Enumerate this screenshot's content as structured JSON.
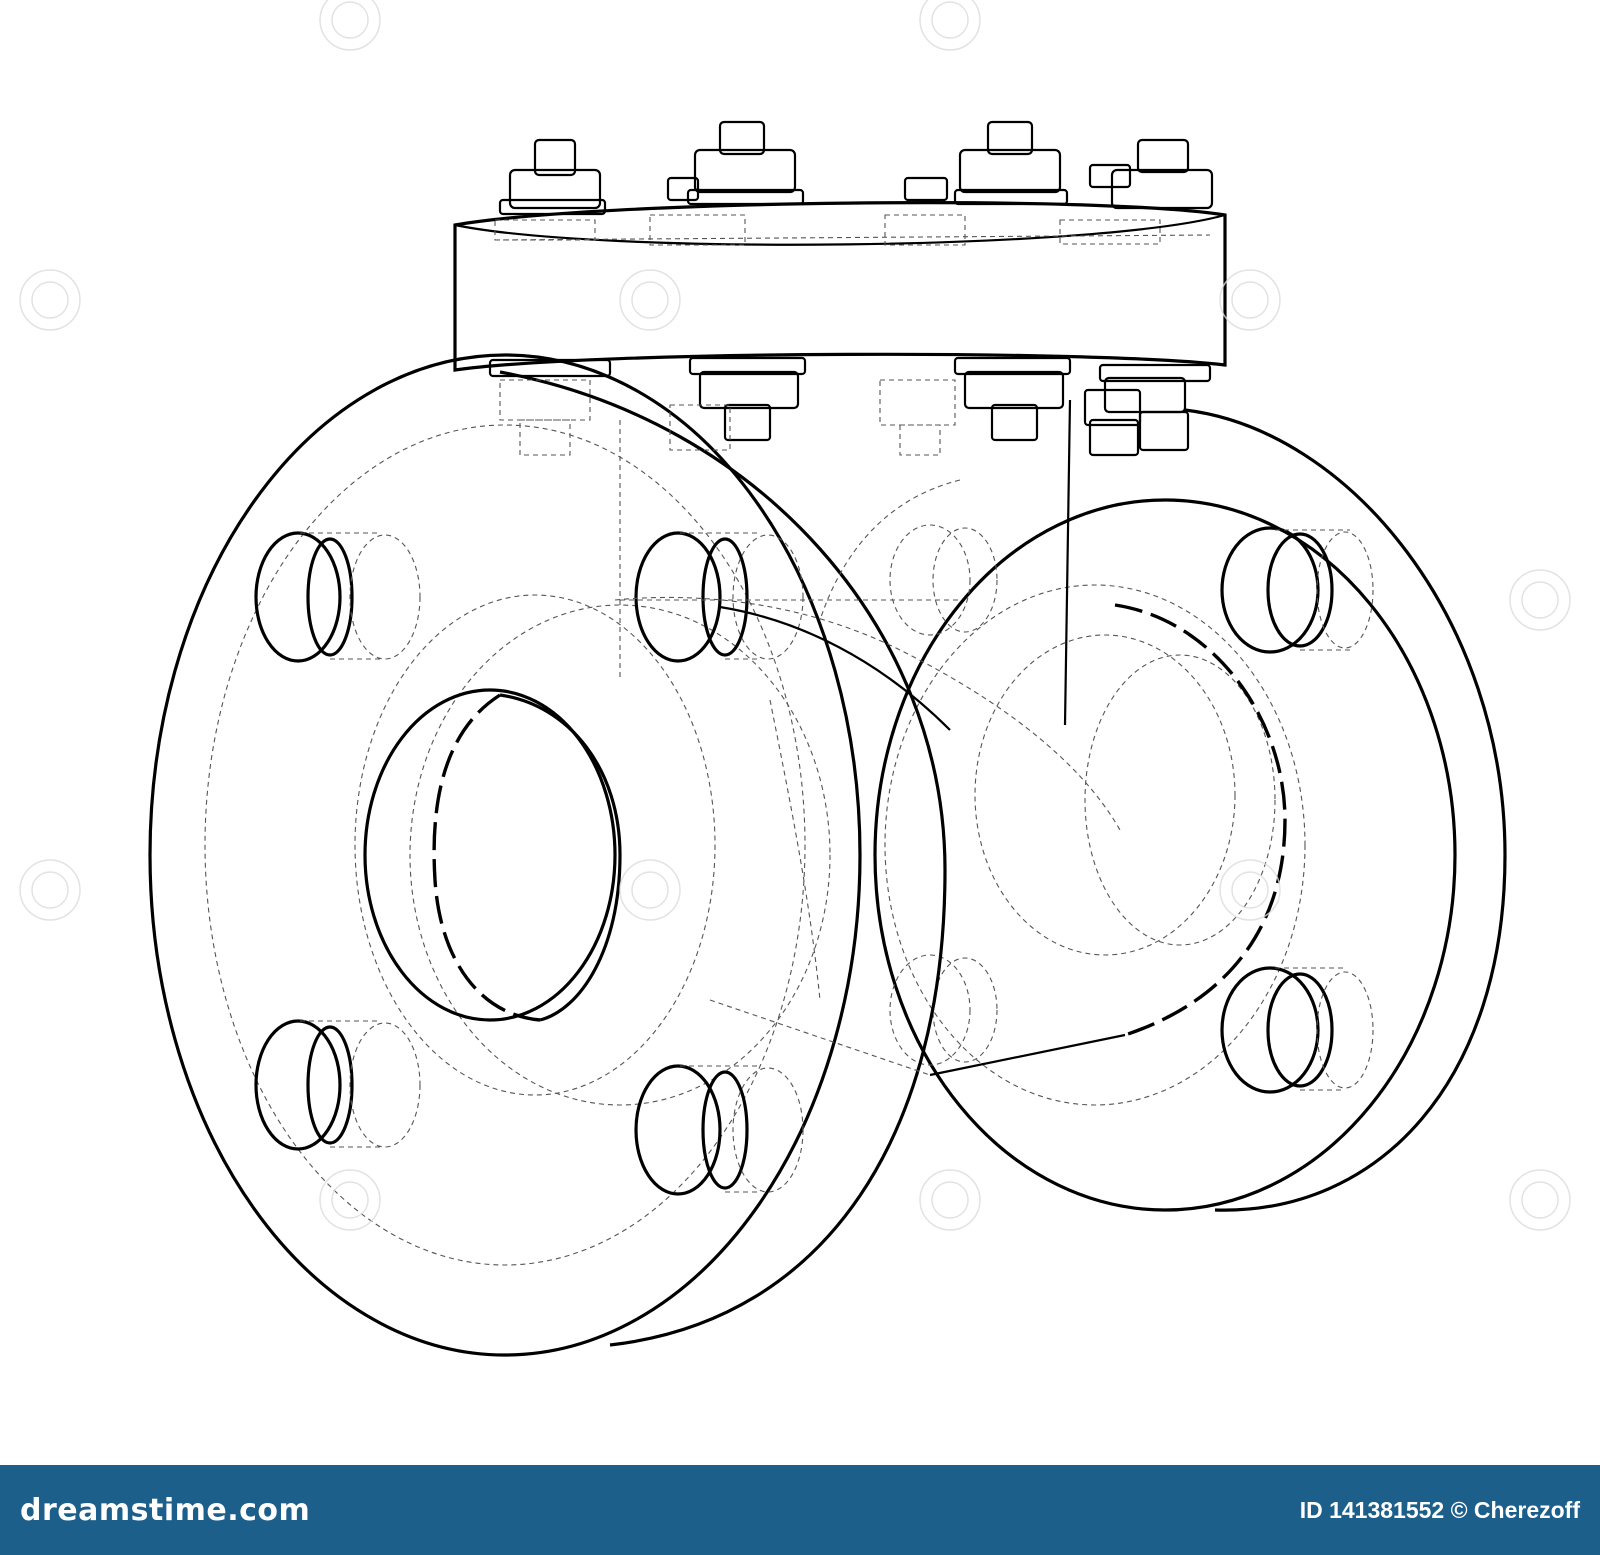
{
  "image": {
    "subject": "Wireframe line drawing of a flanged valve",
    "line_color": "#000000",
    "background_color": "#ffffff"
  },
  "footer": {
    "logo_text": "dreamstime.com",
    "credit_text": "ID 141381552 © Cherezoff",
    "background_color": "#1b5f8a",
    "text_color": "#ffffff"
  }
}
